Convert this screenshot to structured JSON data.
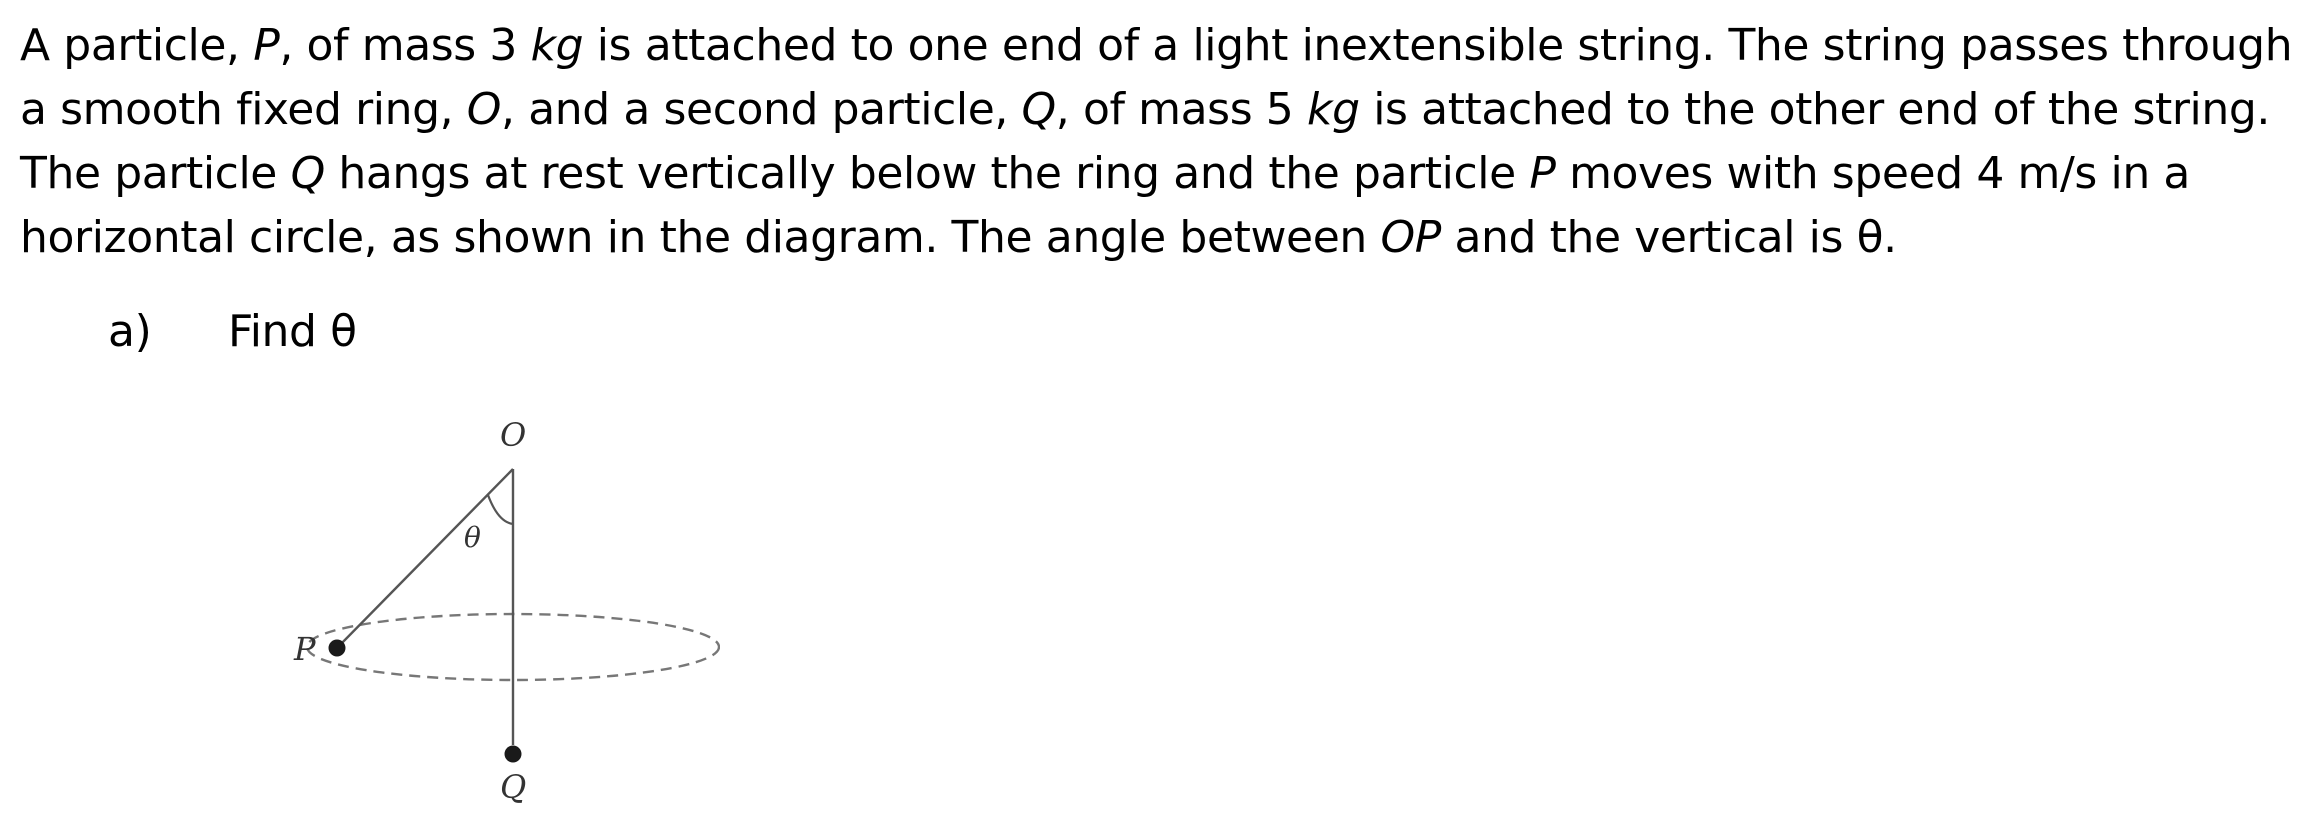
{
  "question": {
    "s1": "A particle, ",
    "p1": "P",
    "s2": ", of mass 3 ",
    "kg1": "kg",
    "s3": " is attached to one end of a light inextensible string. The string passes through a smooth fixed ring, ",
    "o1": "O",
    "s4": ", and a second particle, ",
    "q1": "Q",
    "s5": ", of mass 5 ",
    "kg2": "kg",
    "s6": " is attached to the other end of the string. The particle ",
    "q2": "Q",
    "s7": " hangs at rest vertically below the ring and the particle ",
    "p2": "P",
    "s8": " moves with speed 4 m/s in a horizontal circle, as shown in the diagram. The angle between ",
    "op": "OP",
    "s9": " and the vertical is θ."
  },
  "part_a": {
    "label": "a)",
    "text": "Find θ"
  },
  "diagram": {
    "label_O": "O",
    "label_P": "P",
    "label_Q": "Q",
    "label_theta": "θ"
  }
}
